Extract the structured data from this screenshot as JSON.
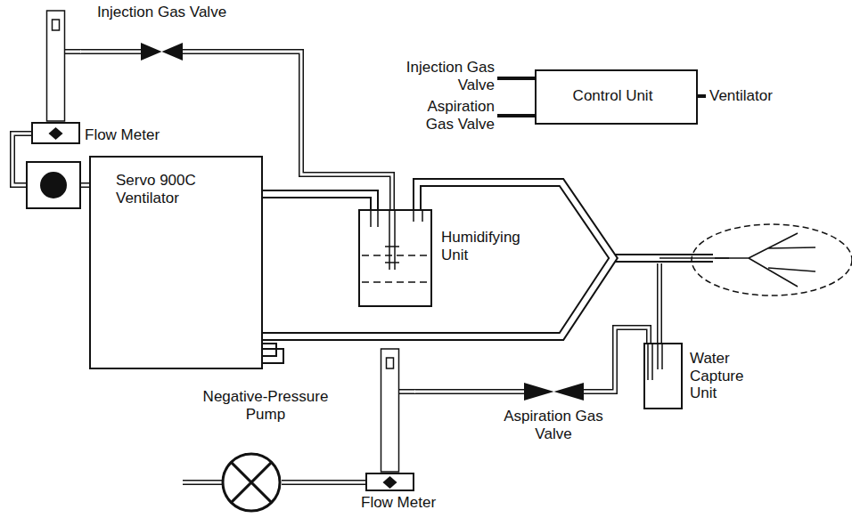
{
  "diagram": {
    "nodes": [
      {
        "text": [
          "Servo 900C Ventilator"
        ]
      },
      {
        "text": [
          "Humidifying Unit"
        ]
      },
      {
        "text": [
          "Control Unit"
        ]
      },
      {
        "text": [
          "Injection Gas Valve"
        ]
      },
      {
        "text": [
          "Aspiration Gas Valve"
        ]
      },
      {
        "text": [
          "Flow Meter"
        ]
      },
      {
        "text": [
          "Flow Meter"
        ]
      },
      {
        "text": [
          "Negative-Pressure Pump"
        ]
      },
      {
        "text": [
          "Water Capture Unit"
        ]
      }
    ],
    "edges": [
      {
        "from": 5,
        "to": 3,
        "arrow": "none"
      },
      {
        "from": 3,
        "to": 1,
        "arrow": "none"
      },
      {
        "from": 0,
        "to": 1,
        "arrow": "none"
      },
      {
        "from": 1,
        "to": 0,
        "arrow": "none"
      },
      {
        "from": 8,
        "to": 4,
        "arrow": "none"
      },
      {
        "from": 4,
        "to": 6,
        "arrow": "none"
      },
      {
        "from": 6,
        "to": 7,
        "arrow": "none"
      },
      {
        "from": 5,
        "to": 0,
        "arrow": "none"
      }
    ],
    "labels": [
      "Injection Gas Valve",
      "Aspiration Gas Valve",
      "Ventilator"
    ]
  }
}
